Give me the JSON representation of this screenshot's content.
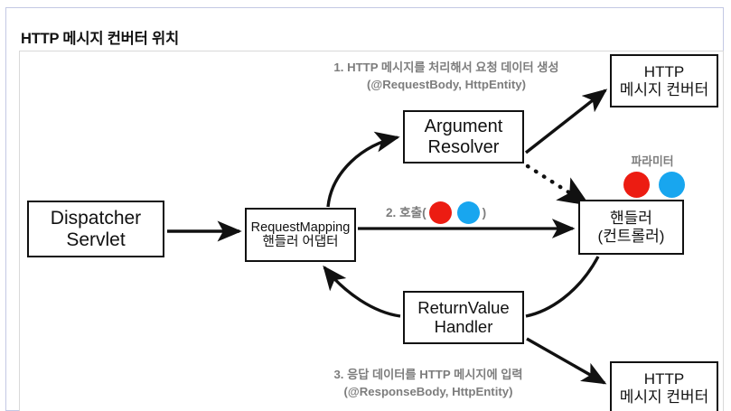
{
  "slide": {
    "title": "HTTP 메시지 컨버터 위치"
  },
  "nodes": {
    "dispatcher": {
      "line1": "Dispatcher",
      "line2": "Servlet"
    },
    "request_mapping": {
      "line1": "RequestMapping",
      "line2": "핸들러 어댑터"
    },
    "argument_resolver": {
      "line1": "Argument",
      "line2": "Resolver"
    },
    "return_value_handler": {
      "line1": "ReturnValue",
      "line2": "Handler"
    },
    "handler": {
      "line1": "핸들러",
      "line2": "(컨트롤러)"
    },
    "converter_top": {
      "line1": "HTTP",
      "line2": "메시지 컨버터"
    },
    "converter_bottom": {
      "line1": "HTTP",
      "line2": "메시지 컨버터"
    }
  },
  "annotations": {
    "step1_line1": "1. HTTP 메시지를 처리해서 요청 데이터 생성",
    "step1_line2": "(@RequestBody, HttpEntity)",
    "step2_prefix": "2. 호출(",
    "step2_suffix": ")",
    "step3_line1": "3. 응답 데이터를 HTTP 메시지에 입력",
    "step3_line2": "(@ResponseBody, HttpEntity)",
    "parameter_label": "파라미터"
  },
  "colors": {
    "dot_red": "#ec1c12",
    "dot_blue": "#18a6ef",
    "annotation_grey": "#7d7d7d",
    "frame_border": "#c3c8e4",
    "stroke": "#111111"
  }
}
